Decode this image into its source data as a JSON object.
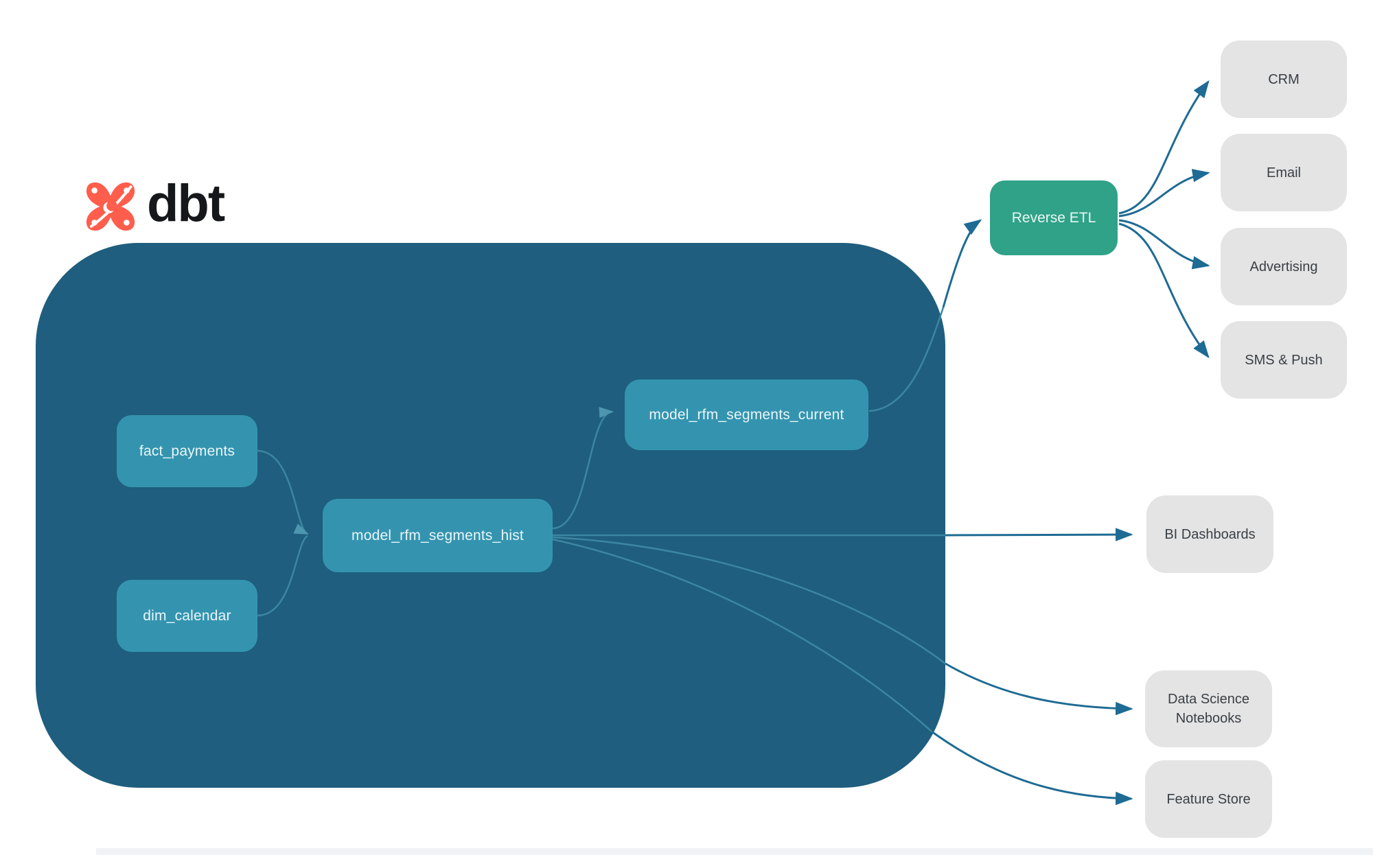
{
  "logo": {
    "brand": "dbt",
    "icon": "dbt-star-icon"
  },
  "pipeline": {
    "sources": [
      {
        "id": "fact_payments",
        "label": "fact_payments"
      },
      {
        "id": "dim_calendar",
        "label": "dim_calendar"
      }
    ],
    "models": [
      {
        "id": "model_rfm_segments_hist",
        "label": "model_rfm_segments_hist"
      },
      {
        "id": "model_rfm_segments_current",
        "label": "model_rfm_segments_current"
      }
    ],
    "reverse_etl": {
      "label": "Reverse ETL"
    },
    "activation_destinations": [
      {
        "label": "CRM"
      },
      {
        "label": "Email"
      },
      {
        "label": "Advertising"
      },
      {
        "label": "SMS & Push"
      }
    ],
    "analytics_destinations": [
      {
        "label": "BI Dashboards"
      },
      {
        "label": "Data Science Notebooks"
      },
      {
        "label": "Feature Store"
      }
    ]
  },
  "colors": {
    "warehouse_container": "#1F5E7E",
    "model_node": "#3494B0",
    "reverse_etl_node": "#2FA288",
    "destination_node": "#E4E4E4",
    "edge_dark": "#1E6B93",
    "edge_light": "#3C86A2",
    "logo_orange": "#FF5E4D",
    "logo_text": "#16171A"
  }
}
